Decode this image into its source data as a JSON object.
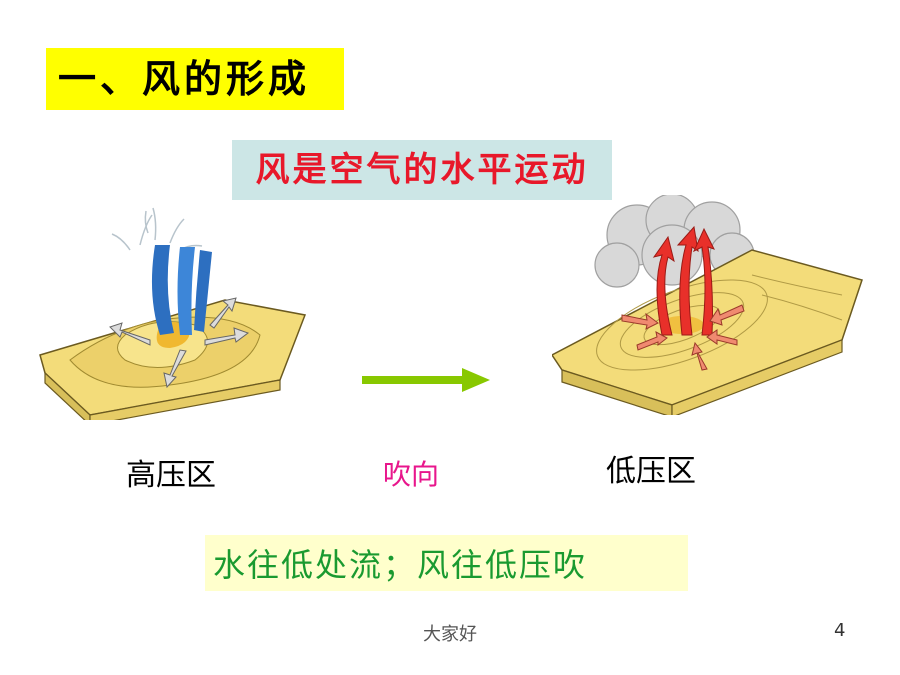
{
  "slide": {
    "title": "一、风的形成",
    "definition": "风是空气的水平运动",
    "label_high": "高压区",
    "label_direction": "吹向",
    "label_low": "低压区",
    "summary": "水往低处流；风往低压吹",
    "footer": "大家好",
    "page_number": "4"
  },
  "colors": {
    "title_bg": "#ffff00",
    "definition_bg": "#cce6e6",
    "definition_text": "#e8182a",
    "direction_text": "#e8168c",
    "summary_bg": "#ffffcc",
    "summary_text": "#1a9a30",
    "arrow": "#88c800"
  },
  "icons": [
    "high-pressure-illustration",
    "low-pressure-illustration",
    "arrow-right-icon"
  ]
}
